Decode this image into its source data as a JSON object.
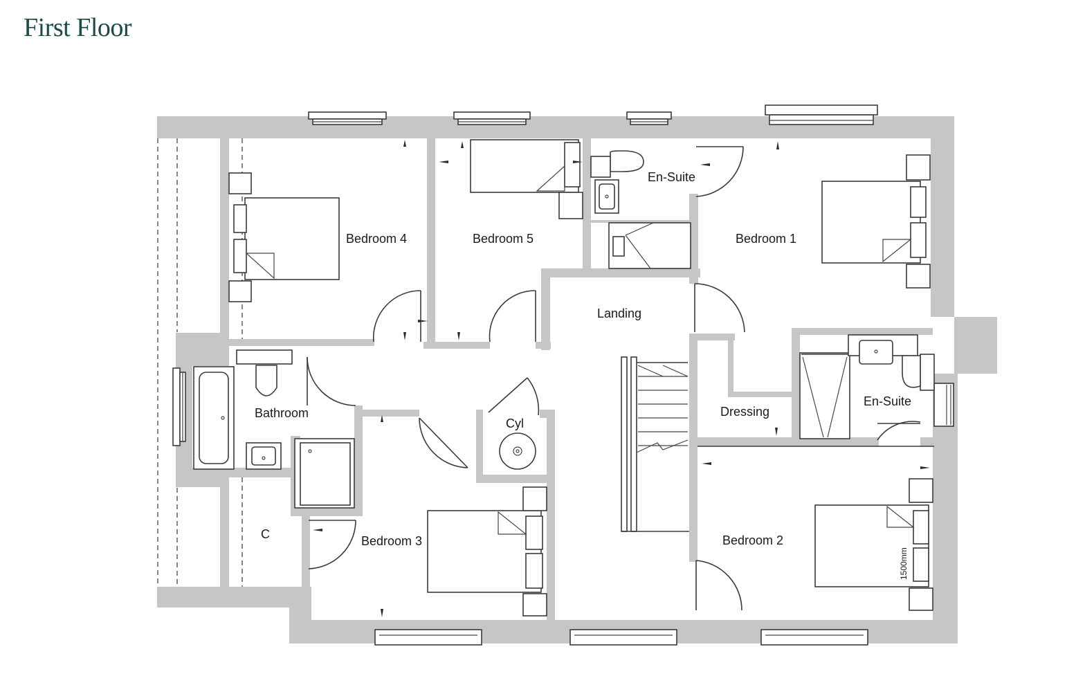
{
  "title": "First Floor",
  "rooms": {
    "bedroom4": "Bedroom 4",
    "bedroom5": "Bedroom 5",
    "ensuite1": "En-Suite",
    "bedroom1": "Bedroom 1",
    "landing": "Landing",
    "bathroom": "Bathroom",
    "cyl": "Cyl",
    "dressing": "Dressing",
    "ensuite2": "En-Suite",
    "cupboard": "C",
    "bedroom3": "Bedroom 3",
    "bedroom2": "Bedroom 2"
  },
  "annotations": {
    "headroom": "1500mm"
  },
  "colors": {
    "title": "#1b4a4a",
    "wall": "#c6c6c6",
    "line": "#3a3a3a"
  }
}
